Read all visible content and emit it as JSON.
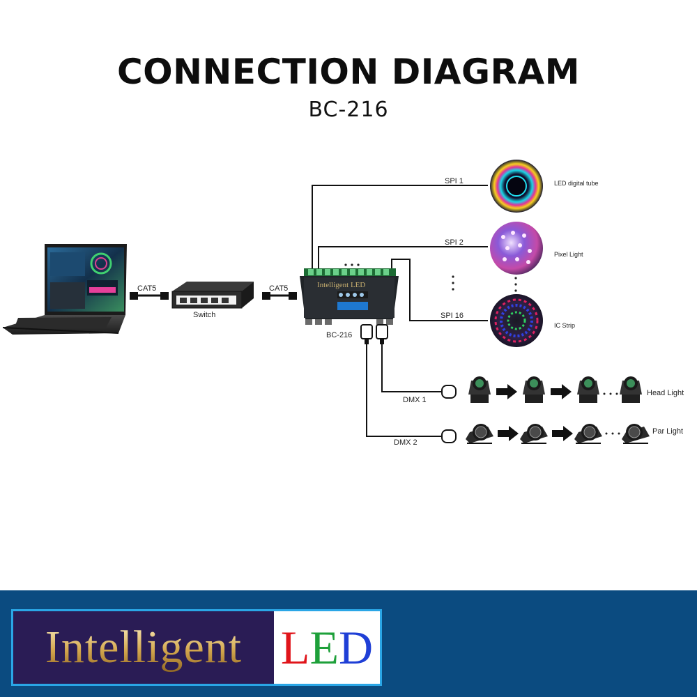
{
  "header": {
    "title": "CONNECTION DIAGRAM",
    "subtitle": "BC-216"
  },
  "diagram": {
    "cable_left": "CAT5",
    "cable_right": "CAT5",
    "switch_label": "Switch",
    "controller_label": "BC-216",
    "controller_brand": "Intelligent LED",
    "spi_lines": [
      "SPI 1",
      "SPI 2",
      "SPI 16"
    ],
    "spi_devices": [
      "LED digital tube",
      "Pixel Light",
      "IC Strip"
    ],
    "dmx_lines": [
      "DMX 1",
      "DMX 2"
    ],
    "dmx_devices": [
      "Head Light",
      "Par Light"
    ],
    "ellipsis": "· · ·"
  },
  "footer": {
    "logo_word1": "Intelligent",
    "logo_l": "L",
    "logo_e": "E",
    "logo_d": "D"
  },
  "colors": {
    "footer_bg": "#0b4b80",
    "logo_border": "#2aa6e6",
    "logo_panel": "#2a1c55"
  }
}
